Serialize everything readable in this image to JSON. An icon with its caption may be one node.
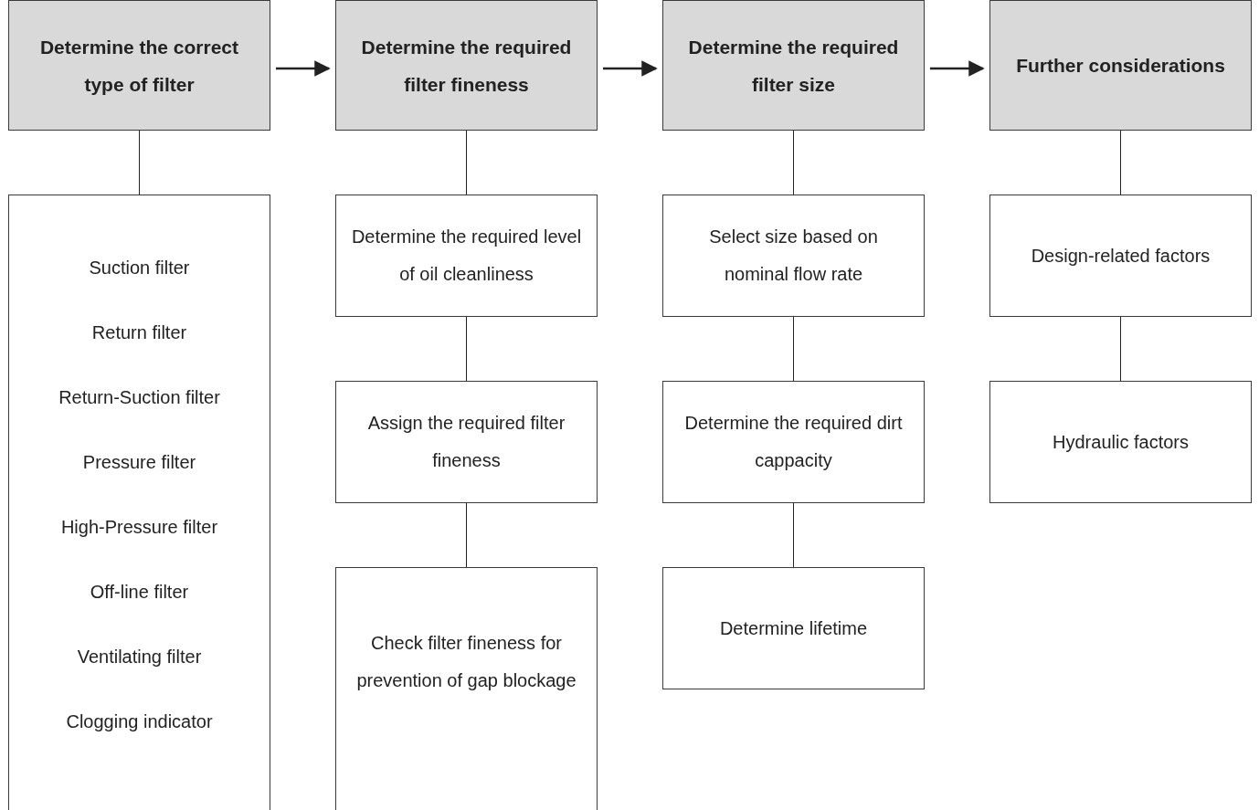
{
  "diagram": {
    "nodes": [
      {
        "text": [
          "Determine the correct type of filter"
        ]
      },
      {
        "text": [
          "Suction filter",
          "Return filter",
          "Return-Suction filter",
          "Pressure filter",
          "High-Pressure filter",
          "Off-line filter",
          "Ventilating filter",
          "Clogging indicator"
        ]
      },
      {
        "text": [
          "Determine the required filter fineness"
        ]
      },
      {
        "text": [
          "Determine the required level of oil cleanliness"
        ]
      },
      {
        "text": [
          "Assign the required filter fineness"
        ]
      },
      {
        "text": [
          "Check filter fineness for prevention of gap blockage"
        ]
      },
      {
        "text": [
          "Determine the required filter size"
        ]
      },
      {
        "text": [
          "Select size based on nominal flow rate"
        ]
      },
      {
        "text": [
          "Determine the required dirt cappacity"
        ]
      },
      {
        "text": [
          "Determine lifetime"
        ]
      },
      {
        "text": [
          "Further considerations"
        ]
      },
      {
        "text": [
          "Design-related factors"
        ]
      },
      {
        "text": [
          "Hydraulic factors"
        ]
      }
    ],
    "edges": [
      {
        "from": 0,
        "to": 2,
        "arrow": "to"
      },
      {
        "from": 2,
        "to": 6,
        "arrow": "to"
      },
      {
        "from": 6,
        "to": 10,
        "arrow": "to"
      },
      {
        "from": 0,
        "to": 1,
        "arrow": "none"
      },
      {
        "from": 2,
        "to": 3,
        "arrow": "none"
      },
      {
        "from": 3,
        "to": 4,
        "arrow": "none"
      },
      {
        "from": 4,
        "to": 5,
        "arrow": "none"
      },
      {
        "from": 6,
        "to": 7,
        "arrow": "none"
      },
      {
        "from": 7,
        "to": 8,
        "arrow": "none"
      },
      {
        "from": 8,
        "to": 9,
        "arrow": "none"
      },
      {
        "from": 10,
        "to": 11,
        "arrow": "none"
      },
      {
        "from": 11,
        "to": 12,
        "arrow": "none"
      }
    ]
  }
}
